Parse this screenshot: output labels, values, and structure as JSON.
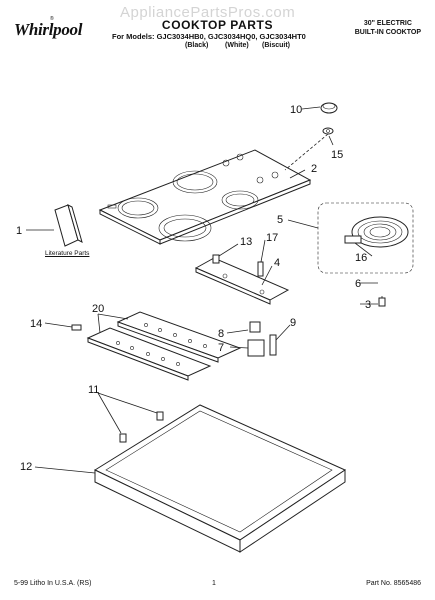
{
  "header": {
    "brand": "Whirlpool",
    "brand_tag": "®",
    "watermark": "AppliancePartsPros.com",
    "title": "COOKTOP PARTS",
    "models": "For Models: GJC3034HB0, GJC3034HQ0, GJC3034HT0",
    "colors": [
      "(Black)",
      "(White)",
      "(Biscuit)"
    ],
    "product_line1": "30\" ELECTRIC",
    "product_line2": "BUILT-IN COOKTOP"
  },
  "literature_label": "Literature Parts",
  "callouts": [
    "1",
    "2",
    "3",
    "4",
    "5",
    "6",
    "7",
    "8",
    "9",
    "10",
    "11",
    "12",
    "13",
    "14",
    "15",
    "16",
    "17",
    "20"
  ],
  "footer": {
    "left": "5-99 Litho In U.S.A. (RS)",
    "page": "1",
    "right": "Part No. 8565486"
  }
}
